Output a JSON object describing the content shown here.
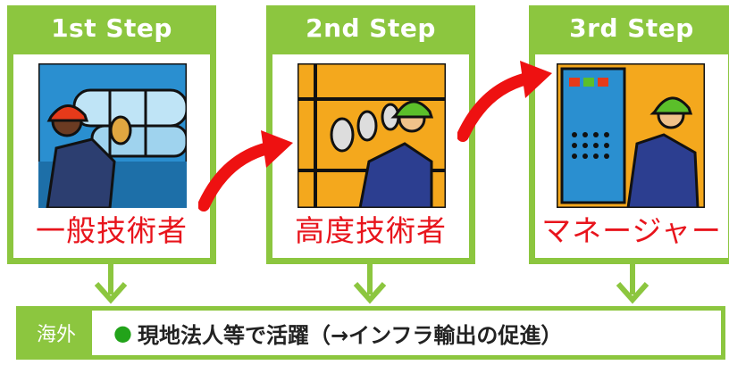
{
  "steps": [
    {
      "title": "1st Step",
      "role": "一般技術者"
    },
    {
      "title": "2nd Step",
      "role": "高度技術者"
    },
    {
      "title": "3rd Step",
      "role": "マネージャー"
    }
  ],
  "bottom": {
    "tag": "海外",
    "text": "現地法人等で活躍（→インフラ輸出の促進）"
  },
  "colors": {
    "green": "#8cc63f",
    "red_text": "#e8141c",
    "arrow_red": "#ee1111",
    "bullet_green": "#22a31a"
  }
}
